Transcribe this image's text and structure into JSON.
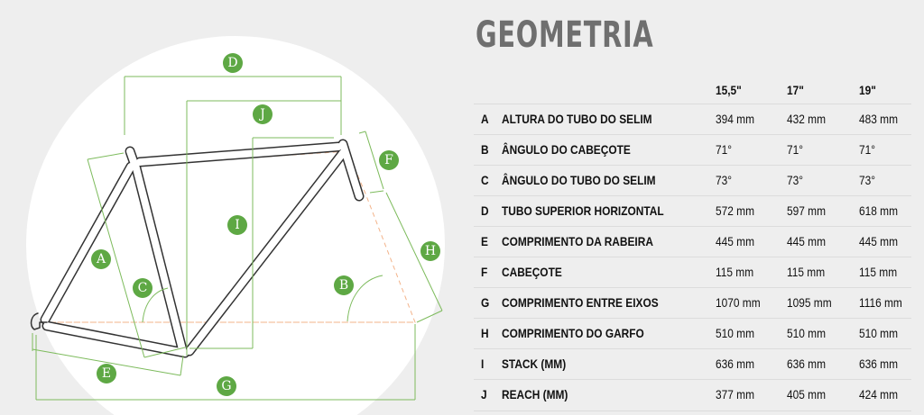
{
  "title": "GEOMETRIA",
  "sizes": [
    "15,5\"",
    "17\"",
    "19\""
  ],
  "rows": [
    {
      "letter": "A",
      "label": "ALTURA DO TUBO DO SELIM",
      "values": [
        "394 mm",
        "432 mm",
        "483 mm"
      ]
    },
    {
      "letter": "B",
      "label": "ÂNGULO DO CABEÇOTE",
      "values": [
        "71°",
        "71°",
        "71°"
      ]
    },
    {
      "letter": "C",
      "label": "ÂNGULO DO TUBO DO SELIM",
      "values": [
        "73°",
        "73°",
        "73°"
      ]
    },
    {
      "letter": "D",
      "label": "TUBO SUPERIOR HORIZONTAL",
      "values": [
        "572 mm",
        "597 mm",
        "618 mm"
      ]
    },
    {
      "letter": "E",
      "label": "COMPRIMENTO DA RABEIRA",
      "values": [
        "445 mm",
        "445 mm",
        "445 mm"
      ]
    },
    {
      "letter": "F",
      "label": "CABEÇOTE",
      "values": [
        "115 mm",
        "115 mm",
        "115 mm"
      ]
    },
    {
      "letter": "G",
      "label": "COMPRIMENTO ENTRE EIXOS",
      "values": [
        "1070 mm",
        "1095 mm",
        "1116 mm"
      ]
    },
    {
      "letter": "H",
      "label": "COMPRIMENTO DO GARFO",
      "values": [
        "510 mm",
        "510 mm",
        "510 mm"
      ]
    },
    {
      "letter": "I",
      "label": "STACK (MM)",
      "values": [
        "636 mm",
        "636 mm",
        "636 mm"
      ]
    },
    {
      "letter": "J",
      "label": "REACH (MM)",
      "values": [
        "377 mm",
        "405 mm",
        "424 mm"
      ]
    }
  ],
  "diagram_labels": {
    "A": "A",
    "B": "B",
    "C": "C",
    "D": "D",
    "E": "E",
    "F": "F",
    "G": "G",
    "H": "H",
    "I": "I",
    "J": "J"
  },
  "colors": {
    "accent": "#5ea844",
    "dimension_line": "#7dbb5c",
    "frame": "#333333",
    "background": "#eeeeee"
  }
}
